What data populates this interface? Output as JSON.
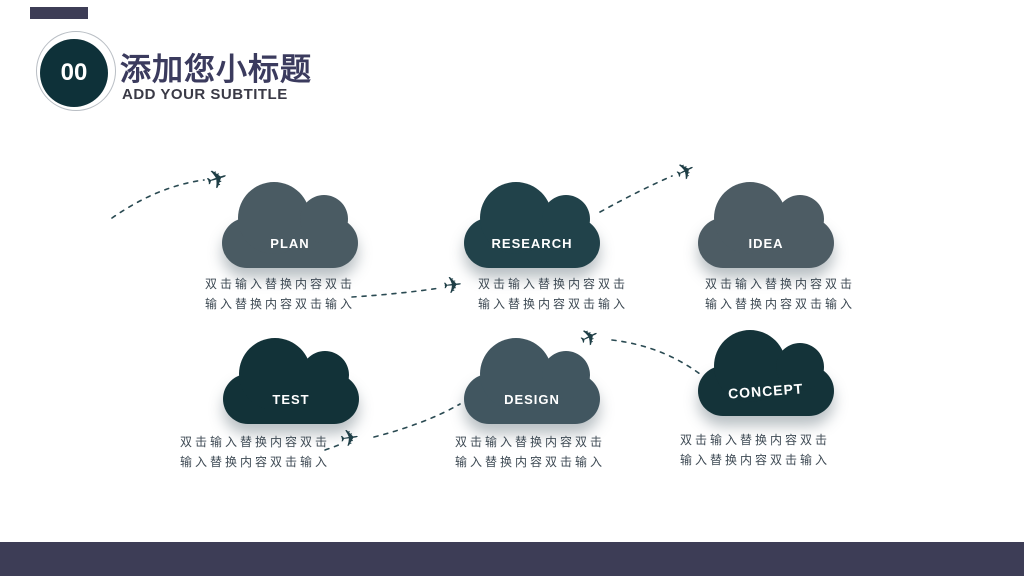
{
  "header": {
    "badge_number": "00",
    "title": "添加您小标题",
    "subtitle": "ADD YOUR SUBTITLE"
  },
  "icons": {
    "plane": "✈"
  },
  "colors": {
    "accent_bar": "#3d3d56",
    "footer_bar": "#3d3d56",
    "badge_fill": "#0e3139",
    "title_text": "#3b3b5e",
    "body_text": "#3e4a54",
    "plane": "#1e3e46",
    "route_dash": "#2a4a52"
  },
  "clouds": [
    {
      "label": "PLAN",
      "color": "#4a5b63",
      "desc_line1": "双击输入替换内容双击",
      "desc_line2": "输入替换内容双击输入"
    },
    {
      "label": "RESEARCH",
      "color": "#21424a",
      "desc_line1": "双击输入替换内容双击",
      "desc_line2": "输入替换内容双击输入"
    },
    {
      "label": "IDEA",
      "color": "#4d5c64",
      "desc_line1": "双击输入替换内容双击",
      "desc_line2": "输入替换内容双击输入"
    },
    {
      "label": "TEST",
      "color": "#123238",
      "desc_line1": "双击输入替换内容双击",
      "desc_line2": "输入替换内容双击输入"
    },
    {
      "label": "DESIGN",
      "color": "#415660",
      "desc_line1": "双击输入替换内容双击",
      "desc_line2": "输入替换内容双击输入"
    },
    {
      "label": "CONCEPT",
      "color": "#143339",
      "desc_line1": "双击输入替换内容双击",
      "desc_line2": "输入替换内容双击输入"
    }
  ]
}
